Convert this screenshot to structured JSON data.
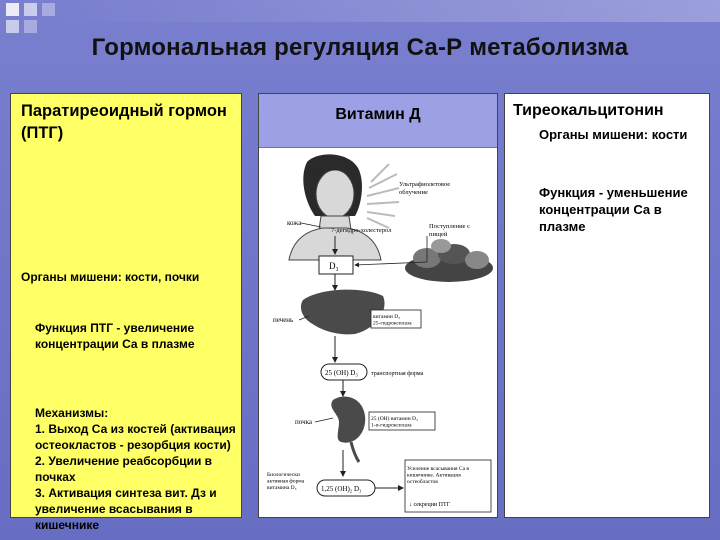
{
  "title": "Гормональная регуляция Са-Р метаболизма",
  "left_panel": {
    "heading": "Паратиреоидный гормон (ПТГ)",
    "targets": "Органы мишени: кости, почки",
    "function": "Функция ПТГ - увеличение концентрации Са в плазме",
    "mechanisms_title": "Механизмы:",
    "mechanisms": [
      "1. Выход Са из костей (активация остеокластов - резорбция кости)",
      "2. Увеличение реабсорбции в почках",
      "3. Активация синтеза вит. Дз и увеличение всасывания в кишечнике"
    ]
  },
  "middle_panel": {
    "title": "Витамин Д",
    "diagram": {
      "uv": "Ультрафиолетовое облучение",
      "skin": "кожа",
      "dehydro": "7-дегидро-холестерол",
      "food": "Поступление с пищей",
      "d3": "D₃",
      "liver": "печень",
      "liver_box": "витамин D₃ 25-гидроксилаза",
      "oh25": "25 (OH) D₃",
      "transport": "транспортная форма",
      "kidney": "почка",
      "kidney_box": "25 (OH) витамин D₃ 1-α-гидроксилаза",
      "active_label": "Биологически активная форма витамина D₃",
      "active": "1,25 (OH)₂ D₃",
      "effects": "Усиление всасывания Са в кишечнике. Активация остеобластов",
      "ptg": "↓ секреции ПТГ"
    }
  },
  "right_panel": {
    "heading": "Тиреокальцитонин",
    "targets": "Органы мишени: кости",
    "function": "Функция - уменьшение концентрации Са в плазме"
  },
  "colors": {
    "background": "#7078c8",
    "left_panel": "#ffff66",
    "mid_title_box": "#9da0e4"
  }
}
